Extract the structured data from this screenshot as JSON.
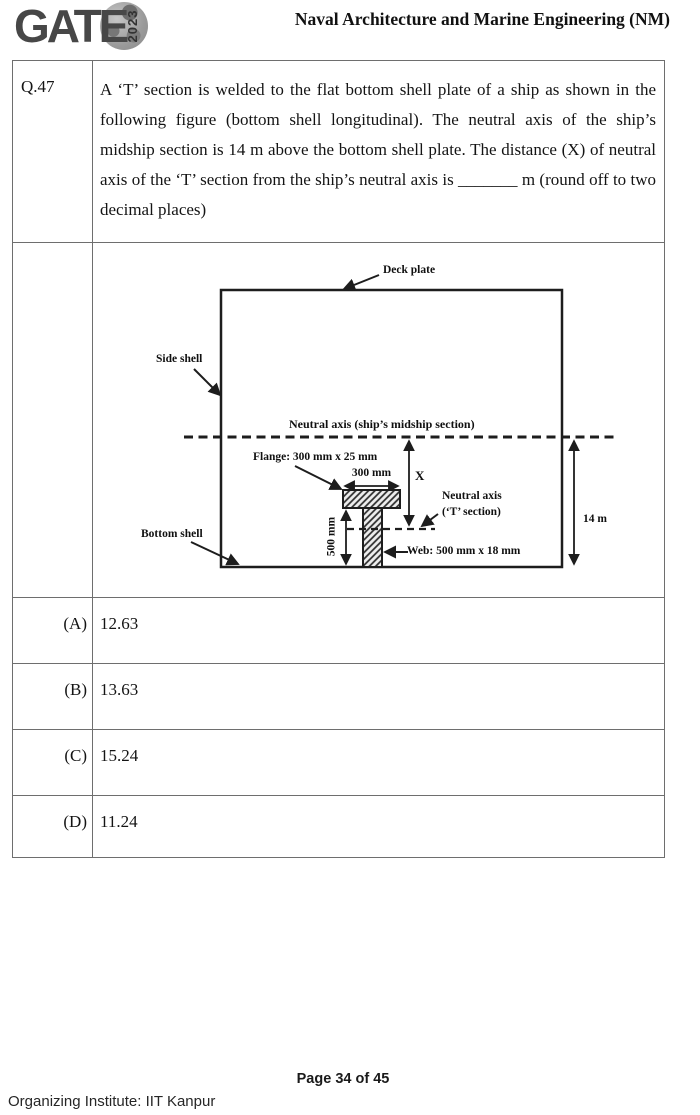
{
  "header": {
    "logo_text": "GATE",
    "logo_year": "2023",
    "title": "Naval Architecture and Marine Engineering (NM)"
  },
  "question": {
    "number": "Q.47",
    "text": "A ‘T’ section is welded to the flat bottom shell plate of a ship as shown in the following figure (bottom shell longitudinal). The neutral axis of the ship’s midship section is 14 m above the bottom shell plate. The distance (X) of neutral axis of the ‘T’ section from the ship’s neutral axis is _______ m (round off to two decimal places)"
  },
  "figure": {
    "labels": {
      "deck_plate": "Deck plate",
      "side_shell": "Side shell",
      "neutral_axis_ship": "Neutral axis (ship’s midship section)",
      "flange": "Flange: 300 mm x 25 mm",
      "flange_width": "300 mm",
      "x_dim": "X",
      "neutral_axis_t_line1": "Neutral axis",
      "neutral_axis_t_line2": "(‘T’ section)",
      "web_height": "500 mm",
      "web": "Web: 500 mm x 18 mm",
      "bottom_shell": "Bottom shell",
      "height_14m": "14 m"
    },
    "dimensions": {
      "flange_size_mm": "300 x 25",
      "web_size_mm": "500 x 18",
      "neutral_axis_height_m": "14"
    }
  },
  "options": [
    {
      "label": "(A)",
      "value": "12.63"
    },
    {
      "label": "(B)",
      "value": "13.63"
    },
    {
      "label": "(C)",
      "value": "15.24"
    },
    {
      "label": "(D)",
      "value": "11.24"
    }
  ],
  "footer": {
    "page_prefix": "Page",
    "page_current": "34",
    "page_of": "of",
    "page_total": "45",
    "organizing": "Organizing Institute: IIT Kanpur"
  },
  "colors": {
    "table_border": "#6e6e6e",
    "ink": "#141414",
    "logo_gray": "#474747",
    "globe_gray": "#9a9a9a"
  }
}
